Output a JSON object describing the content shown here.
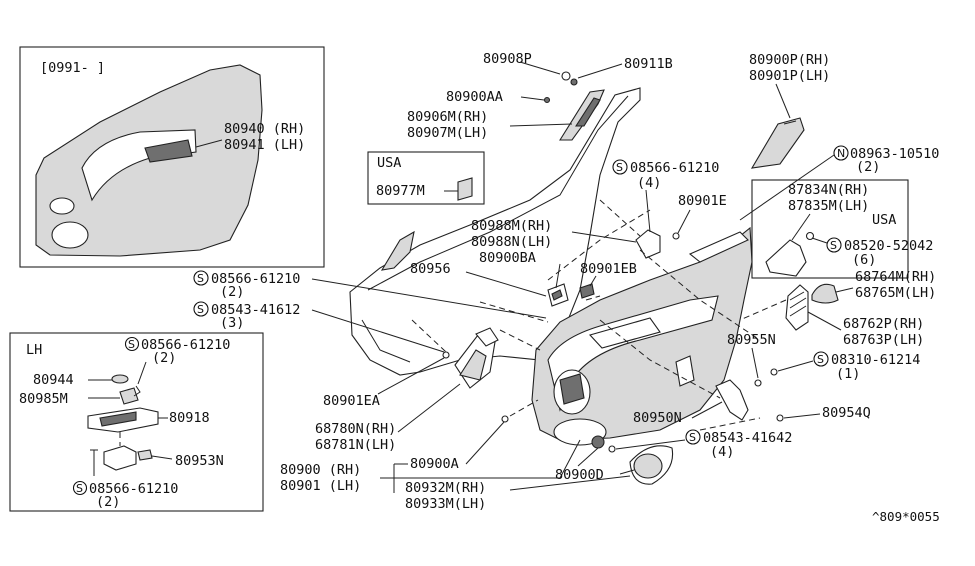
{
  "inset_top": {
    "code": "[0991-   ]",
    "part_rh": "80940 (RH)",
    "part_lh": "80941 (LH)"
  },
  "usa_box": {
    "region": "USA",
    "part": "80977M"
  },
  "lh_box": {
    "title": "LH",
    "screw_top": "08566-61210",
    "screw_top_qty": "(2)",
    "p80944": "80944",
    "p80985m": "80985M",
    "p80918": "80918",
    "p80953n": "80953N",
    "screw_bot": "08566-61210",
    "screw_bot_qty": "(2)"
  },
  "labels": {
    "p80908p": "80908P",
    "p80911b": "80911B",
    "p80900p_rh": "80900P(RH)",
    "p80901p_lh": "80901P(LH)",
    "p80900aa": "80900AA",
    "p80906m_rh": "80906M(RH)",
    "p80907m_lh": "80907M(LH)",
    "nut_08963": "08963-10510",
    "nut_08963_qty": "(2)",
    "scr_08566_r": "08566-61210",
    "scr_08566_r_qty": "(4)",
    "p80901e": "80901E",
    "p87834n_rh": "87834N(RH)",
    "p87835m_lh": "87835M(LH)",
    "usa_right": "USA",
    "scr_08520": "08520-52042",
    "scr_08520_qty": "(6)",
    "p80988m_rh": "80988M(RH)",
    "p80988n_lh": "80988N(LH)",
    "p80956": "80956",
    "p80900ba": "80900BA",
    "p80901eb": "80901EB",
    "p68764m_rh": "68764M(RH)",
    "p68765m_lh": "68765M(LH)",
    "scr_08566_l": "08566-61210",
    "scr_08566_l_qty": "(2)",
    "scr_08543_l": "08543-41612",
    "scr_08543_l_qty": "(3)",
    "p68762p_rh": "68762P(RH)",
    "p68763p_lh": "68763P(LH)",
    "p80955n": "80955N",
    "scr_08310": "08310-61214",
    "scr_08310_qty": "(1)",
    "p80901ea": "80901EA",
    "p80954q": "80954Q",
    "p80950n": "80950N",
    "p68780n_rh": "68780N(RH)",
    "p68781n_lh": "68781N(LH)",
    "scr_08543_b": "08543-41642",
    "scr_08543_b_qty": "(4)",
    "p80900a": "80900A",
    "p80900_rh": "80900 (RH)",
    "p80901_lh": "80901 (LH)",
    "p80900d": "80900D",
    "p80932m_rh": "80932M(RH)",
    "p80933m_lh": "80933M(LH)",
    "ref_code": "^809*0055"
  },
  "symbols": {
    "screw": "S",
    "nut": "N"
  }
}
